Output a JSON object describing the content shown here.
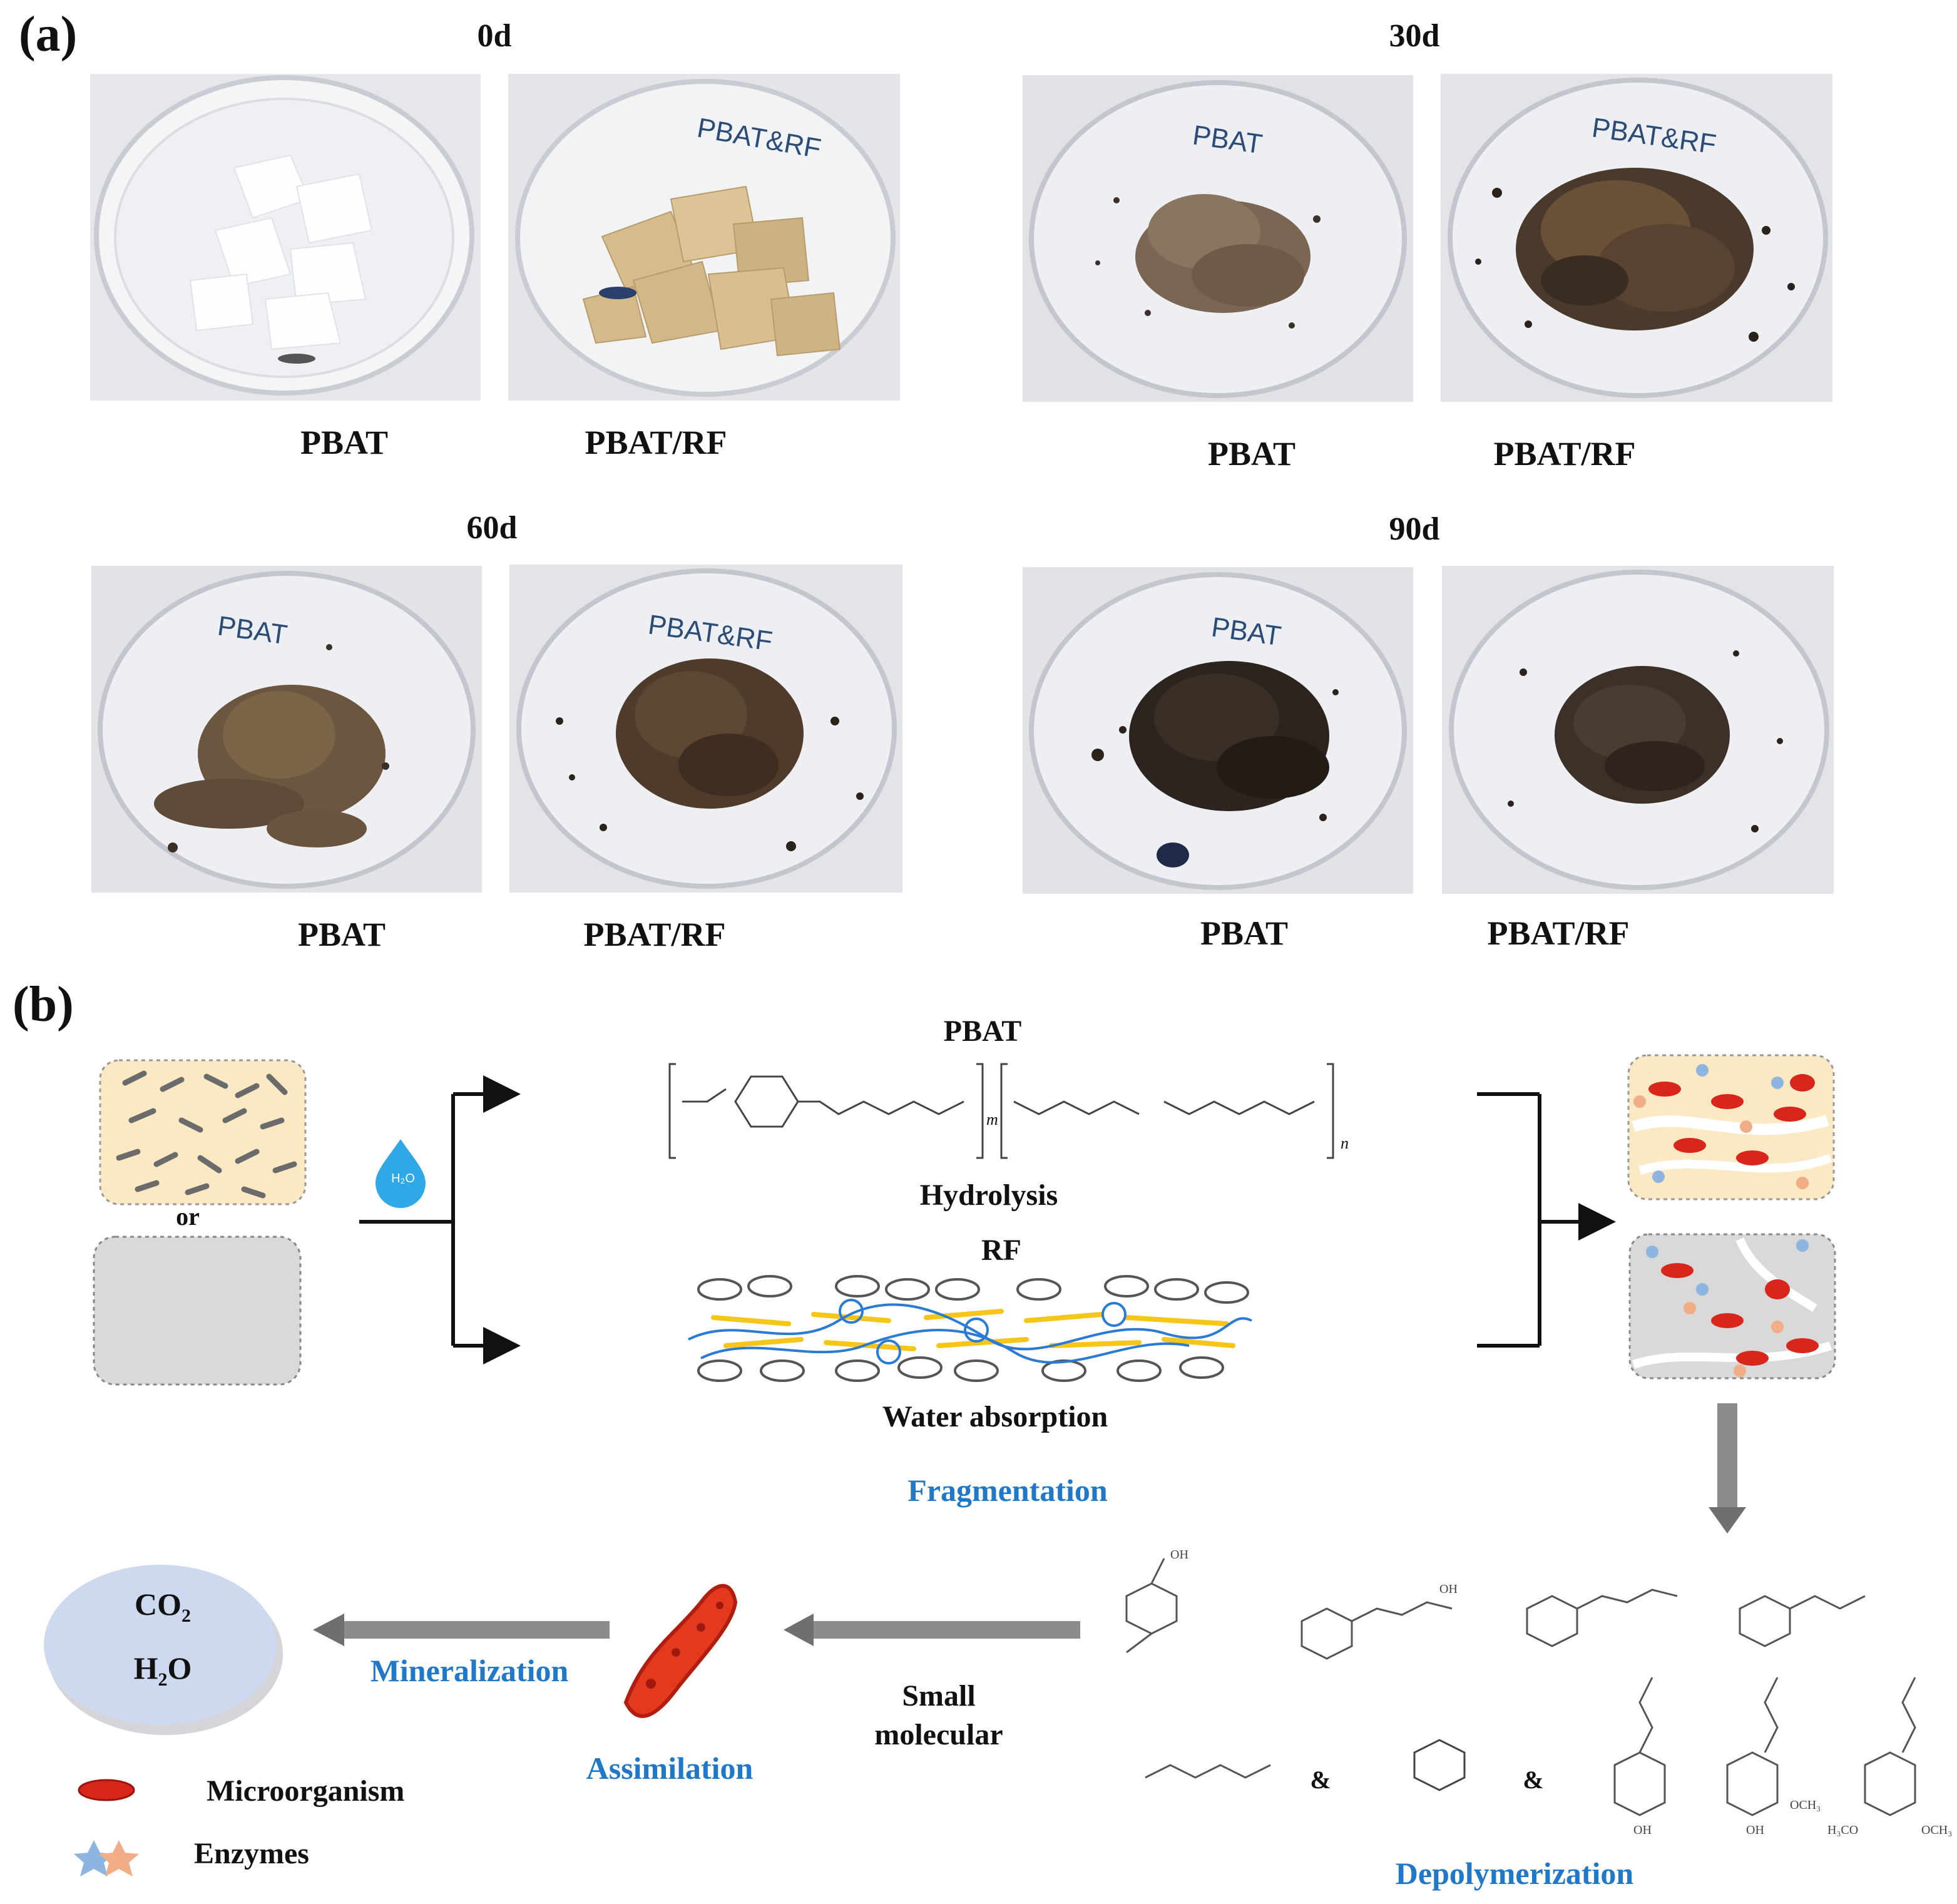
{
  "panel_a": {
    "letter": "(a)",
    "groups": [
      {
        "day": "0d",
        "left_label": "PBAT",
        "right_label": "PBAT/RF"
      },
      {
        "day": "30d",
        "left_label": "PBAT",
        "right_label": "PBAT/RF"
      },
      {
        "day": "60d",
        "left_label": "PBAT",
        "right_label": "PBAT/RF"
      },
      {
        "day": "90d",
        "left_label": "PBAT",
        "right_label": "PBAT/RF"
      }
    ],
    "dish_marks": {
      "pbat": "PBAT",
      "pbat_rf": "PBAT&RF"
    }
  },
  "panel_b": {
    "letter": "(b)",
    "or_label": "or",
    "water_label": "H₂O",
    "pbat_title": "PBAT",
    "pbat_sub_m": "m",
    "pbat_sub_n": "n",
    "hydrolysis": "Hydrolysis",
    "rf_title": "RF",
    "water_absorption": "Water absorption",
    "fragmentation": "Fragmentation",
    "co2_main": "CO",
    "co2_sub": "2",
    "h2o_main": "H",
    "h2o_sub": "2",
    "h2o_tail": "O",
    "mineralization": "Mineralization",
    "assimilation": "Assimilation",
    "small_molecular_1": "Small",
    "small_molecular_2": "molecular",
    "depolymerization": "Depolymerization",
    "ampersand": "&",
    "chem_labels": {
      "oh": "OH",
      "och3": "OCH₃",
      "h3co": "H₃CO"
    },
    "legend": [
      {
        "icon": "microorganism-icon",
        "label": "Microorganism"
      },
      {
        "icon": "enzymes-icon",
        "label": "Enzymes"
      }
    ]
  },
  "colors": {
    "stage_blue": "#1f78c8",
    "microbe_red": "#d8261c",
    "fiber_yellow": "#f5c518",
    "fiber_blue": "#2a7bd4",
    "pbat_card": "#fbe9c4",
    "rf_card": "#d9d9d9",
    "co2_circle": "#cdd9ef",
    "arrow_gray": "#8c8c8c"
  }
}
